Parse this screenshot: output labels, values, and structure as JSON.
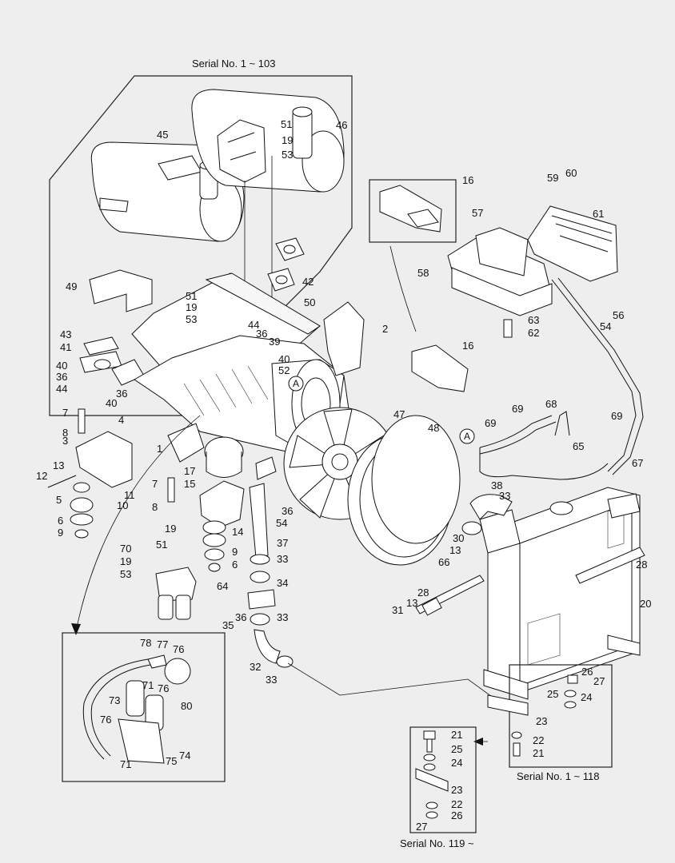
{
  "captions": {
    "serial_top": "Serial No. 1 ~ 103",
    "serial_radiator_a": "Serial No. 1 ~ 118",
    "serial_radiator_b": "Serial No. 119 ~"
  },
  "detail_marker": "A",
  "callouts": [
    {
      "id": "c45",
      "text": "45"
    },
    {
      "id": "c46",
      "text": "46"
    },
    {
      "id": "c51a",
      "text": "51"
    },
    {
      "id": "c19a",
      "text": "19"
    },
    {
      "id": "c53a",
      "text": "53"
    },
    {
      "id": "c42",
      "text": "42"
    },
    {
      "id": "c49",
      "text": "49"
    },
    {
      "id": "c51b",
      "text": "51"
    },
    {
      "id": "c19b",
      "text": "19"
    },
    {
      "id": "c53b",
      "text": "53"
    },
    {
      "id": "c50",
      "text": "50"
    },
    {
      "id": "c2",
      "text": "2"
    },
    {
      "id": "c44a",
      "text": "44"
    },
    {
      "id": "c36a",
      "text": "36"
    },
    {
      "id": "c39",
      "text": "39"
    },
    {
      "id": "c40a",
      "text": "40"
    },
    {
      "id": "c52",
      "text": "52"
    },
    {
      "id": "c43",
      "text": "43"
    },
    {
      "id": "c41",
      "text": "41"
    },
    {
      "id": "c40b",
      "text": "40"
    },
    {
      "id": "c36b",
      "text": "36"
    },
    {
      "id": "c44b",
      "text": "44"
    },
    {
      "id": "c36c",
      "text": "36"
    },
    {
      "id": "c40c",
      "text": "40"
    },
    {
      "id": "c16a",
      "text": "16"
    },
    {
      "id": "c59",
      "text": "59"
    },
    {
      "id": "c60",
      "text": "60"
    },
    {
      "id": "c57",
      "text": "57"
    },
    {
      "id": "c61",
      "text": "61"
    },
    {
      "id": "c58",
      "text": "58"
    },
    {
      "id": "c63",
      "text": "63"
    },
    {
      "id": "c62",
      "text": "62"
    },
    {
      "id": "c56",
      "text": "56"
    },
    {
      "id": "c54a",
      "text": "54"
    },
    {
      "id": "c16b",
      "text": "16"
    },
    {
      "id": "c7a",
      "text": "7"
    },
    {
      "id": "c4",
      "text": "4"
    },
    {
      "id": "c8a",
      "text": "8"
    },
    {
      "id": "c3",
      "text": "3"
    },
    {
      "id": "c1",
      "text": "1"
    },
    {
      "id": "c47",
      "text": "47"
    },
    {
      "id": "c48",
      "text": "48"
    },
    {
      "id": "c69a",
      "text": "69"
    },
    {
      "id": "c68",
      "text": "68"
    },
    {
      "id": "c69b",
      "text": "69"
    },
    {
      "id": "c69c",
      "text": "69"
    },
    {
      "id": "c65",
      "text": "65"
    },
    {
      "id": "c67",
      "text": "67"
    },
    {
      "id": "c13a",
      "text": "13"
    },
    {
      "id": "c12",
      "text": "12"
    },
    {
      "id": "c5",
      "text": "5"
    },
    {
      "id": "c11",
      "text": "11"
    },
    {
      "id": "c10",
      "text": "10"
    },
    {
      "id": "c6a",
      "text": "6"
    },
    {
      "id": "c9a",
      "text": "9"
    },
    {
      "id": "c17",
      "text": "17"
    },
    {
      "id": "c15",
      "text": "15"
    },
    {
      "id": "c7b",
      "text": "7"
    },
    {
      "id": "c8b",
      "text": "8"
    },
    {
      "id": "c36d",
      "text": "36"
    },
    {
      "id": "c54b",
      "text": "54"
    },
    {
      "id": "c19c",
      "text": "19"
    },
    {
      "id": "c14",
      "text": "14"
    },
    {
      "id": "c51c",
      "text": "51"
    },
    {
      "id": "c9b",
      "text": "9"
    },
    {
      "id": "c6b",
      "text": "6"
    },
    {
      "id": "c37",
      "text": "37"
    },
    {
      "id": "c33a",
      "text": "33"
    },
    {
      "id": "c38",
      "text": "38"
    },
    {
      "id": "c33b",
      "text": "33"
    },
    {
      "id": "c30",
      "text": "30"
    },
    {
      "id": "c13b",
      "text": "13"
    },
    {
      "id": "c66",
      "text": "66"
    },
    {
      "id": "c28a",
      "text": "28"
    },
    {
      "id": "c70",
      "text": "70"
    },
    {
      "id": "c19d",
      "text": "19"
    },
    {
      "id": "c53c",
      "text": "53"
    },
    {
      "id": "c64",
      "text": "64"
    },
    {
      "id": "c34",
      "text": "34"
    },
    {
      "id": "c36e",
      "text": "36"
    },
    {
      "id": "c35",
      "text": "35"
    },
    {
      "id": "c33c",
      "text": "33"
    },
    {
      "id": "c28b",
      "text": "28"
    },
    {
      "id": "c13c",
      "text": "13"
    },
    {
      "id": "c31",
      "text": "31"
    },
    {
      "id": "c20",
      "text": "20"
    },
    {
      "id": "c32",
      "text": "32"
    },
    {
      "id": "c33d",
      "text": "33"
    },
    {
      "id": "c78",
      "text": "78"
    },
    {
      "id": "c77",
      "text": "77"
    },
    {
      "id": "c76a",
      "text": "76"
    },
    {
      "id": "c71a",
      "text": "71"
    },
    {
      "id": "c76b",
      "text": "76"
    },
    {
      "id": "c73",
      "text": "73"
    },
    {
      "id": "c80",
      "text": "80"
    },
    {
      "id": "c76c",
      "text": "76"
    },
    {
      "id": "c71b",
      "text": "71"
    },
    {
      "id": "c74",
      "text": "74"
    },
    {
      "id": "c75",
      "text": "75"
    },
    {
      "id": "c26a",
      "text": "26"
    },
    {
      "id": "c27a",
      "text": "27"
    },
    {
      "id": "c25a",
      "text": "25"
    },
    {
      "id": "c24a",
      "text": "24"
    },
    {
      "id": "c23a",
      "text": "23"
    },
    {
      "id": "c22a",
      "text": "22"
    },
    {
      "id": "c21a",
      "text": "21"
    },
    {
      "id": "c21b",
      "text": "21"
    },
    {
      "id": "c25b",
      "text": "25"
    },
    {
      "id": "c24b",
      "text": "24"
    },
    {
      "id": "c23b",
      "text": "23"
    },
    {
      "id": "c22b",
      "text": "22"
    },
    {
      "id": "c26b",
      "text": "26"
    },
    {
      "id": "c27b",
      "text": "27"
    }
  ]
}
